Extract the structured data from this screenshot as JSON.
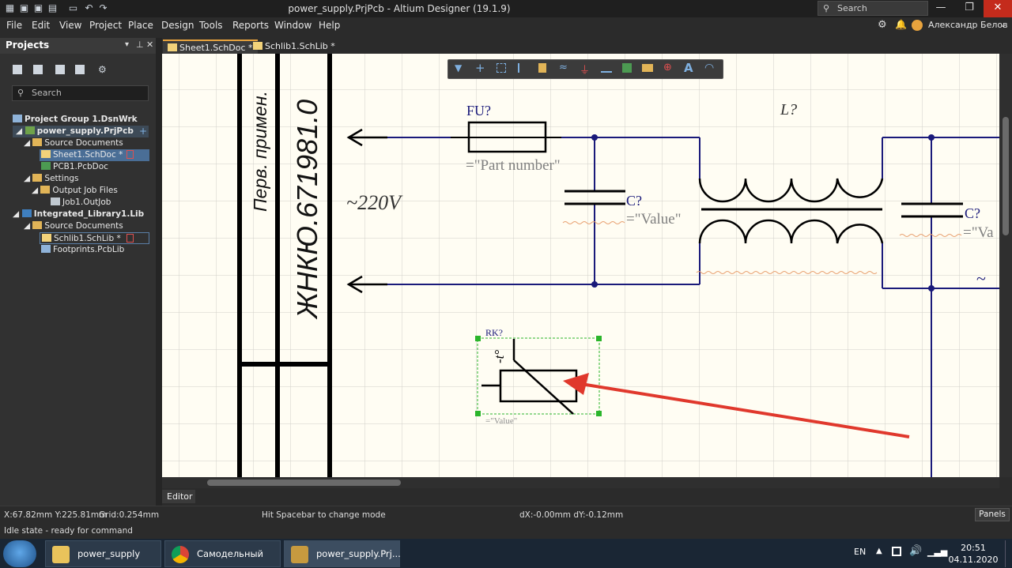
{
  "window": {
    "title": "power_supply.PrjPcb - Altium Designer (19.1.9)",
    "search_placeholder": "Search"
  },
  "menu": [
    "File",
    "Edit",
    "View",
    "Project",
    "Place",
    "Design",
    "Tools",
    "Reports",
    "Window",
    "Help"
  ],
  "user": {
    "name": "Александр Белов"
  },
  "projects_panel": {
    "title": "Projects",
    "search_placeholder": "Search",
    "tree": [
      {
        "label": "Project Group 1.DsnWrk"
      },
      {
        "label": "power_supply.PrjPcb"
      },
      {
        "label": "Source Documents"
      },
      {
        "label": "Sheet1.SchDoc *"
      },
      {
        "label": "PCB1.PcbDoc"
      },
      {
        "label": "Settings"
      },
      {
        "label": "Output Job Files"
      },
      {
        "label": "Job1.OutJob"
      },
      {
        "label": "Integrated_Library1.Lib"
      },
      {
        "label": "Source Documents"
      },
      {
        "label": "Schlib1.SchLib *"
      },
      {
        "label": "Footprints.PcbLib"
      }
    ]
  },
  "tabs": [
    {
      "label": "Sheet1.SchDoc *"
    },
    {
      "label": "Schlib1.SchLib *"
    }
  ],
  "schematic": {
    "stamp_text_1": "Перв. примен.",
    "stamp_text_2": "ЖНКЮ.671981.0",
    "voltage": "~220V",
    "fuse_designator": "FU?",
    "fuse_comment": "=\"Part number\"",
    "cap1_designator": "C?",
    "cap1_comment": "=\"Value\"",
    "inductor_designator": "L?",
    "cap2_designator": "C?",
    "cap2_comment": "=\"Va",
    "tilde": "~",
    "thermistor_designator": "RK?",
    "thermistor_temp": "-t°",
    "thermistor_comment": "=\"Value\""
  },
  "editor_tab": "Editor",
  "status": {
    "coords": "X:67.82mm Y:225.81mm",
    "grid": "Grid:0.254mm",
    "hint": "Hit Spacebar to change mode",
    "delta": "dX:-0.00mm dY:-0.12mm",
    "panels": "Panels",
    "state": "Idle state - ready for command"
  },
  "taskbar": {
    "items": [
      {
        "label": "power_supply"
      },
      {
        "label": "Самодельный и..."
      },
      {
        "label": "power_supply.Prj..."
      }
    ],
    "lang": "EN",
    "time": "20:51",
    "date": "04.11.2020"
  }
}
